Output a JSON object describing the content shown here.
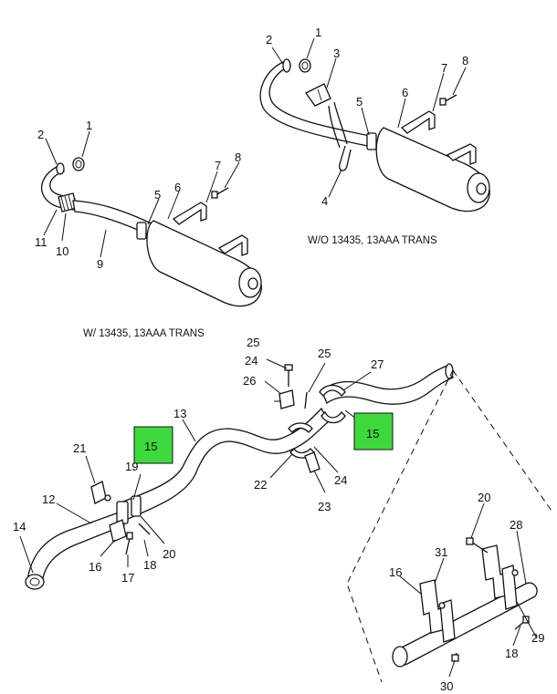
{
  "captions": {
    "without_13435": "W/O 13435, 13AAA TRANS",
    "with_13435": "W/ 13435, 13AAA TRANS"
  },
  "callouts": {
    "tr_1": "1",
    "tr_2": "2",
    "tr_3": "3",
    "tr_4": "4",
    "tr_5": "5",
    "tr_6": "6",
    "tr_7": "7",
    "tr_8": "8",
    "tl_1": "1",
    "tl_2": "2",
    "tl_5": "5",
    "tl_6": "6",
    "tl_7": "7",
    "tl_8": "8",
    "tl_9": "9",
    "tl_10": "10",
    "tl_11": "11",
    "b_12": "12",
    "b_13": "13",
    "b_14": "14",
    "b_15a": "15",
    "b_15b": "15",
    "b_16": "16",
    "b_17": "17",
    "b_18": "18",
    "b_19": "19",
    "b_20": "20",
    "b_21": "21",
    "b_22": "22",
    "b_23": "23",
    "b_24a": "24",
    "b_24b": "24",
    "b_25a": "25",
    "b_25b": "25",
    "b_26": "26",
    "b_27": "27",
    "d_16": "16",
    "d_18": "18",
    "d_20": "20",
    "d_28": "28",
    "d_29": "29",
    "d_30": "30",
    "d_31": "31"
  },
  "highlight_color": "#3fd83f"
}
